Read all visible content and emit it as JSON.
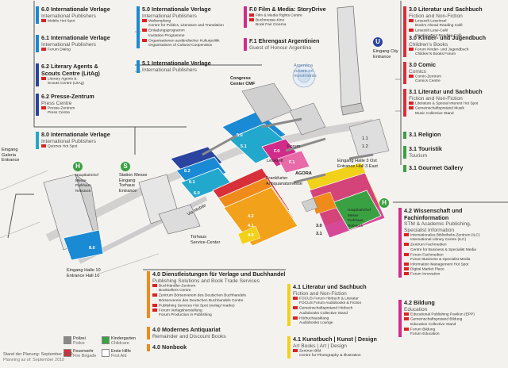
{
  "colors": {
    "blue": "#1a8ad4",
    "cyan": "#22a8cc",
    "darkblue": "#2a44a0",
    "red": "#d8303a",
    "orange": "#f08a1a",
    "yellow": "#f2d11a",
    "green": "#3aa142",
    "magenta": "#d12c8a",
    "gray": "#9a9a9a",
    "lightgray": "#cfcfcf",
    "teal": "#1aa08a",
    "purple": "#6b3a9a"
  },
  "left_blocks": [
    {
      "id": "6_0",
      "num": "6.0",
      "title": "Internationale Verlage",
      "subtitle": "International Publishers",
      "items": [
        "Mobile Hot Spot"
      ],
      "color": "#1a8ad4"
    },
    {
      "id": "6_1",
      "num": "6.1",
      "title": "Internationale Verlage",
      "subtitle": "International Publishers",
      "items": [
        "Forum Dialog"
      ],
      "color": "#1a8ad4"
    },
    {
      "id": "6_2",
      "num": "6.2",
      "title": "Literary Agents &",
      "subtitle": "Scouts Centre (LitAg)",
      "items": [
        "Literary Agents &",
        "Scouts Centre (LitAg)"
      ],
      "color": "#2a44a0"
    },
    {
      "id": "6_2b",
      "num": "6.2",
      "title": "Presse-Zentrum",
      "subtitle": "Press Centre",
      "items": [
        "Presse-Zentrum",
        "Press Centre"
      ],
      "color": "#2a44a0"
    },
    {
      "id": "8_0",
      "num": "8.0",
      "title": "Internationale Verlage",
      "subtitle": "International Publishers",
      "items": [
        "Quizzes Hot Spot"
      ],
      "color": "#22a8cc"
    }
  ],
  "center_blocks": [
    {
      "id": "5_0",
      "num": "5.0",
      "title": "Internationale Verlage",
      "subtitle": "International Publishers",
      "items": [
        "Weltempfang",
        "Centre for Politics, Literature and Translation",
        "Einladungsprogramm",
        "Invitation Programme",
        "Organisationen ausländischer Kulturpolitik",
        "Organisations of Cultural Cooperation"
      ],
      "color": "#1a8ad4"
    },
    {
      "id": "5_1",
      "num": "5.1",
      "title": "Internationale Verlage",
      "subtitle": "International Publishers",
      "items": [],
      "color": "#1a8ad4"
    },
    {
      "id": "f_0",
      "num": "F.0",
      "title": "Film & Media: StoryDrive",
      "subtitle": "",
      "items": [
        "Film & Media Rights Centre",
        "Buchmesse-Kino",
        "Book Fair Cinema"
      ],
      "color": "#d12c8a"
    },
    {
      "id": "f_1",
      "num": "F.1",
      "title": "Ehrengast Argentinien",
      "subtitle": "Guest of Honour Argentina",
      "items": [],
      "color": "#d12c8a"
    }
  ],
  "right_blocks": [
    {
      "id": "3_0",
      "num": "3.0",
      "title": "Literatur und Sachbuch",
      "subtitle": "Fiction and Non-Fiction",
      "items": [
        "Lesezelt Leseinsel",
        "Book's Ahead Reading Café",
        "Lesezelt Lese-Café",
        "Reading Tent Reading Café"
      ],
      "color": "#d8303a"
    },
    {
      "id": "3_0b",
      "num": "3.0",
      "title": "Kinder- und Jugendbuch",
      "subtitle": "Children's Books",
      "items": [
        "Forum Kinder- und Jugendbuch",
        "Children's Books Forum"
      ],
      "color": "#d8303a"
    },
    {
      "id": "3_0c",
      "num": "3.0",
      "title": "Comic",
      "subtitle": "Comics",
      "items": [
        "Comic-Zentrum",
        "Comics Centre"
      ],
      "color": "#d8303a"
    },
    {
      "id": "3_1",
      "num": "3.1",
      "title": "Literatur und Sachbuch",
      "subtitle": "Fiction and Non-Fiction",
      "items": [
        "Literature & Special Interest Hot Spot",
        "Gemeinschaftsprstand Musik",
        "Music Collective Stand"
      ],
      "color": "#d8303a"
    },
    {
      "id": "3_1b",
      "num": "3.1",
      "title": "Religion",
      "subtitle": "",
      "items": [],
      "color": "#3aa142"
    },
    {
      "id": "3_1c",
      "num": "3.1",
      "title": "Touristik",
      "subtitle": "Tourism",
      "items": [],
      "color": "#3aa142"
    },
    {
      "id": "3_1d",
      "num": "3.1",
      "title": "Gourmet Gallery",
      "subtitle": "",
      "items": [],
      "color": "#3aa142"
    },
    {
      "id": "4_2",
      "num": "4.2",
      "title": "Wissenschaft und",
      "subtitle": "Fachinformation",
      "extra": [
        "STM & Academic Publishing,",
        "Specialist Information"
      ],
      "items": [
        "Internationales Bibliotheks-Zentrum (ILC)",
        "International Library Centre (ILC)",
        "Zentrum Fachmedien",
        "Centre for Business & Specialist Media",
        "Forum Fachmedien",
        "Forum Business & Specialist Media",
        "Information Management Hot Spot",
        "Digital Market Place",
        "Forum Innovation"
      ],
      "color": "#d12c8a"
    },
    {
      "id": "4_2b",
      "num": "4.2",
      "title": "Bildung",
      "subtitle": "Education",
      "items": [
        "Educational Publishing Pavilion (EPP)",
        "Gemeinschaftsprstand Bildung",
        "Education Collective Stand",
        "Forum Bildung",
        "Forum Education"
      ],
      "color": "#d12c8a"
    }
  ],
  "bottom_blocks": [
    {
      "id": "4_0",
      "num": "4.0",
      "title": "Dienstleistungen für Verlage und Buchhandel",
      "subtitle": "Publishing Solutions and Book Trade Services",
      "items": [
        "Buchhändler-Zentrum",
        "Booksellers Centre",
        "Zentrum Börsenverein des Deutschen Buchhandels",
        "Börsenverein des Deutschen Buchhandels Centre",
        "Publishing Services Hot Spot (verlag+marke)",
        "Forum Verlagsherstellung",
        "Forum Production in Publishing"
      ],
      "color": "#f08a1a"
    },
    {
      "id": "4_0b",
      "num": "4.0",
      "title": "Modernes Antiquariat",
      "subtitle": "Remainder and Discount Books",
      "items": [],
      "color": "#f08a1a"
    },
    {
      "id": "4_0c",
      "num": "4.0",
      "title": "Nonbook",
      "subtitle": "",
      "items": [],
      "color": "#f08a1a"
    },
    {
      "id": "4_1",
      "num": "4.1",
      "title": "Literatur und Sachbuch",
      "subtitle": "Fiction and Non-Fiction",
      "items": [
        "FOCUS Forum Hörbuch & Literatur",
        "FOCUS Forum Audiobooks & Fiction",
        "Gemeinschaftsprstand Hörbuch",
        "Audiobooks Collective Stand",
        "Hörbuchausklang",
        "Audiobooks Lounge"
      ],
      "color": "#f2d11a"
    },
    {
      "id": "4_1b",
      "num": "4.1",
      "title": "Kunstbuch | Kunst | Design",
      "subtitle": "Art Books | Art | Design",
      "items": [
        "Zentrum Bild",
        "Centre for Photography & Illustration"
      ],
      "color": "#f2d11a"
    }
  ],
  "map_labels": {
    "congress": "Congress Center CMF",
    "eingang_city": "Eingang City Entrance",
    "eingang_galeria": "Eingang Galeria Entrance",
    "station_messe": "Station Messe Eingang Torhaus Entrance",
    "torhaus": "Torhaus Service-Center",
    "eingang_halle10": "Eingang Halle 10 Entrance Hall 10",
    "eingang_halle3": "Eingang Halle 3 Ost Entrance Hall 3 East",
    "agora": "AGORA",
    "forum": "Forum",
    "lesezelt": "Lesezelt",
    "frankfurter": "Frankfurter Antiquariatsmesse",
    "via_mobile": "Via Mobile",
    "hall_labels": [
      "6.0",
      "6.1",
      "6.2",
      "5.0",
      "5.1",
      "4.2",
      "4.1",
      "4.0",
      "3.0",
      "3.1",
      "1.1",
      "1.2",
      "F.0",
      "F.1",
      "8.0"
    ],
    "argentina": "Argentina cultura en movimiento",
    "h_station": "Hauptbahnhof Messe Parkhaus Rebstock",
    "h_station_right": "Hauptbahnhof Messe Parkhaus Rebstock"
  },
  "legend": [
    {
      "label": "Polizei",
      "sub": "Police",
      "color": "#888"
    },
    {
      "label": "Feuerwehr",
      "sub": "Fire Brigade",
      "color": "#d8303a"
    },
    {
      "label": "Kindergarten",
      "sub": "Childcare",
      "color": "#3aa142"
    },
    {
      "label": "Erste Hilfe",
      "sub": "First Aid",
      "color": "#ffffff"
    }
  ],
  "footer_note": "Stand der Planung: September 2010",
  "footer_note2": "Planning as of: September 2010",
  "circles": {
    "u": "U",
    "h": "H",
    "s": "S"
  }
}
